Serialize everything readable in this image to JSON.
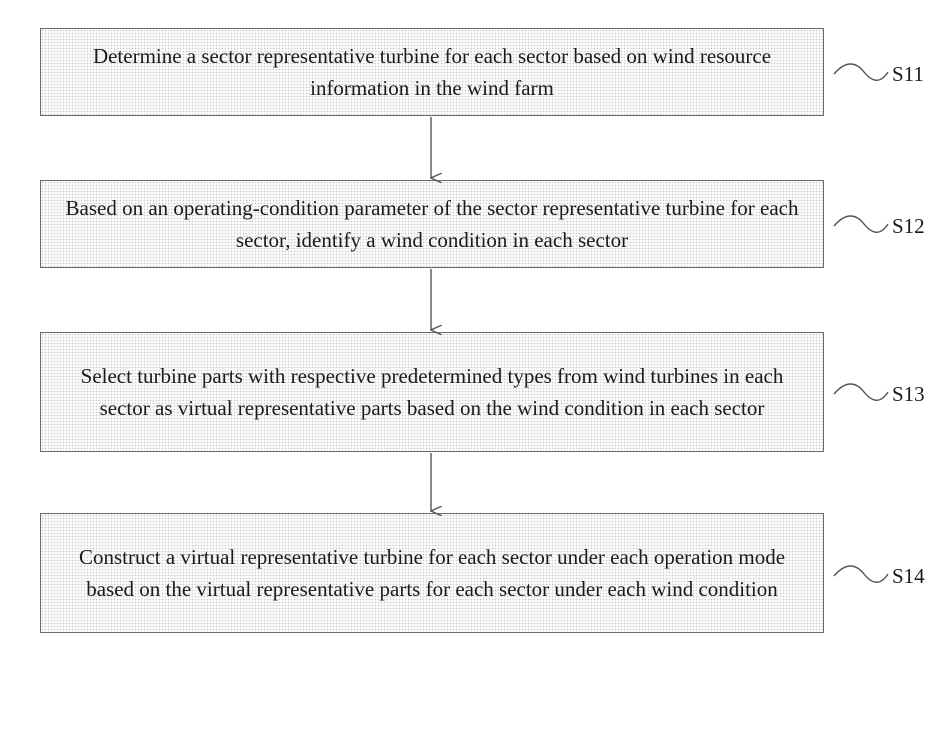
{
  "steps": [
    {
      "id": "S11",
      "text": "Determine a sector representative turbine for each sector based on wind resource information in the wind farm"
    },
    {
      "id": "S12",
      "text": "Based on an operating-condition parameter of the sector representative turbine for each sector, identify a wind condition in each sector"
    },
    {
      "id": "S13",
      "text": "Select turbine parts with respective predetermined types from wind turbines in each sector as virtual representative parts based on the wind condition in each sector"
    },
    {
      "id": "S14",
      "text": "Construct a virtual representative turbine for each sector under each operation mode based on the virtual representative parts for each sector under each wind condition"
    }
  ],
  "colors": {
    "box_border": "#6a6a6a",
    "line": "#555555",
    "text": "#1a1a1a"
  }
}
